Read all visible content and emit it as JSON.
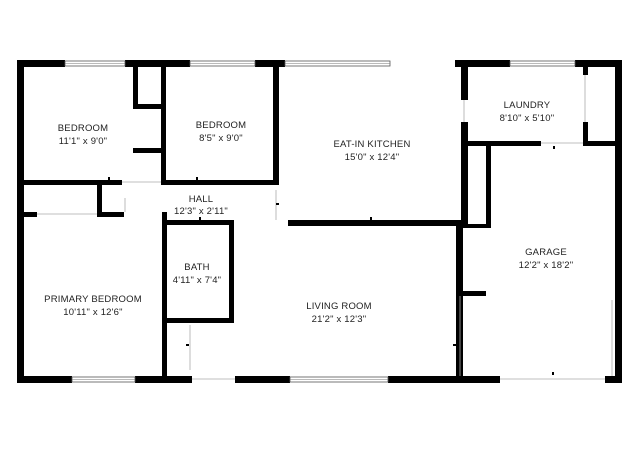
{
  "plan": {
    "rooms": [
      {
        "id": "bedroom-1",
        "name": "BEDROOM",
        "size": "11'1\" x 9'0\""
      },
      {
        "id": "bedroom-2",
        "name": "BEDROOM",
        "size": "8'5\" x 9'0\""
      },
      {
        "id": "eat-in-kitchen",
        "name": "EAT-IN KITCHEN",
        "size": "15'0\" x 12'4\""
      },
      {
        "id": "laundry",
        "name": "LAUNDRY",
        "size": "8'10\" x 5'10\""
      },
      {
        "id": "hall",
        "name": "HALL",
        "size": "12'3\" x 2'11\""
      },
      {
        "id": "garage",
        "name": "GARAGE",
        "size": "12'2\" x 18'2\""
      },
      {
        "id": "bath",
        "name": "BATH",
        "size": "4'11\" x 7'4\""
      },
      {
        "id": "primary-bedroom",
        "name": "PRIMARY BEDROOM",
        "size": "10'11\" x 12'6\""
      },
      {
        "id": "living-room",
        "name": "LIVING ROOM",
        "size": "21'2\" x 12'3\""
      }
    ]
  }
}
